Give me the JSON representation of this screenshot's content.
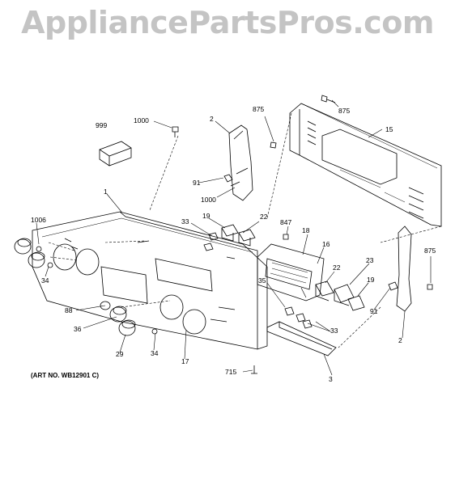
{
  "watermark": "AppliancePartsPros.com",
  "art_number": "(ART NO. WB12901 C)",
  "callouts": {
    "c999": "999",
    "c1000a": "1000",
    "c2a": "2",
    "c875a": "875",
    "c875b": "875",
    "c15": "15",
    "c91a": "91",
    "c1000b": "1000",
    "c1": "1",
    "c1006": "1006",
    "c33a": "33",
    "c19a": "19",
    "c22a": "22",
    "c847": "847",
    "c18": "18",
    "c16": "16",
    "c22b": "22",
    "c23": "23",
    "c875c": "875",
    "c34a": "34",
    "c35": "35",
    "c19b": "19",
    "c88": "88",
    "c36": "36",
    "c29": "29",
    "c34b": "34",
    "c17": "17",
    "c33b": "33",
    "c91b": "91",
    "c2b": "2",
    "c715": "715",
    "c3": "3"
  }
}
